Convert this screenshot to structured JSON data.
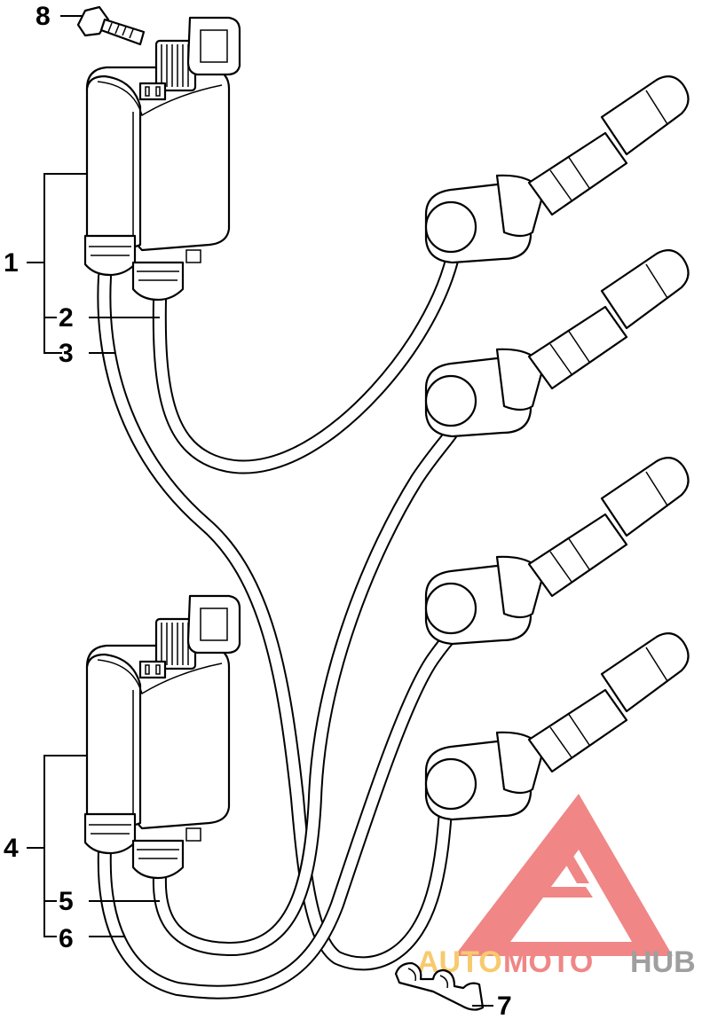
{
  "callouts": {
    "c1": "1",
    "c2": "2",
    "c3": "3",
    "c4": "4",
    "c5": "5",
    "c6": "6",
    "c7": "7",
    "c8": "8"
  },
  "watermark": {
    "text_auto": "AUTO",
    "text_moto": "MOTO",
    "text_hub": "HUB",
    "color_red": "#f08080",
    "color_yellow": "#f7c867",
    "color_grey": "#9a9a9a"
  }
}
